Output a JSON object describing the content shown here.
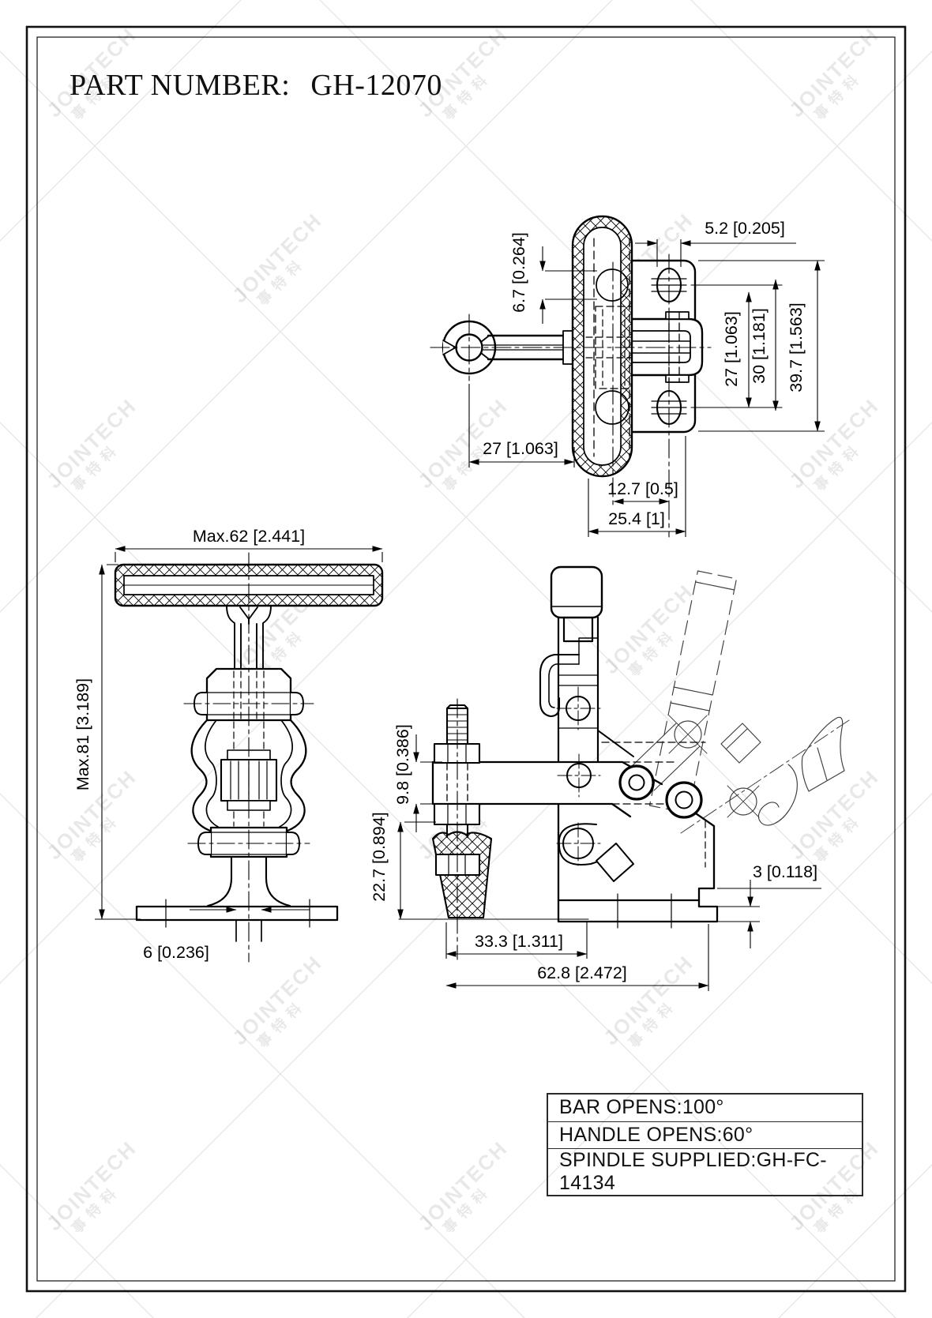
{
  "title": {
    "part_number_label": "PART NUMBER:",
    "part_number": "GH-12070"
  },
  "watermark": {
    "brand": "JOINTECH",
    "brand_cn": "事特科"
  },
  "views": {
    "top": {
      "dims": {
        "hole_width": "5.2 [0.205]",
        "hole_height": "6.7 [0.264]",
        "hole_span": "27 [1.063]",
        "hole_pitch": "30 [1.181]",
        "plate_height": "39.7 [1.563]",
        "eye_to_handle": "27 [1.063]",
        "center_to_hole": "12.7 [0.5]",
        "plate_width": "25.4 [1]"
      }
    },
    "front": {
      "dims": {
        "handle_width": "Max.62 [2.441]",
        "overall_height": "Max.81 [3.189]",
        "stem_width": "6 [0.236]"
      }
    },
    "side": {
      "dims": {
        "bar_section": "9.8 [0.386]",
        "spindle_reach": "22.7 [0.894]",
        "spindle_to_edge": "33.3 [1.311]",
        "overall_length": "62.8 [2.472]",
        "base_step": "3 [0.118]"
      }
    }
  },
  "spec_table": {
    "rows": [
      "BAR OPENS:100°",
      "HANDLE OPENS:60°",
      "SPINDLE SUPPLIED:GH-FC-14134"
    ]
  }
}
